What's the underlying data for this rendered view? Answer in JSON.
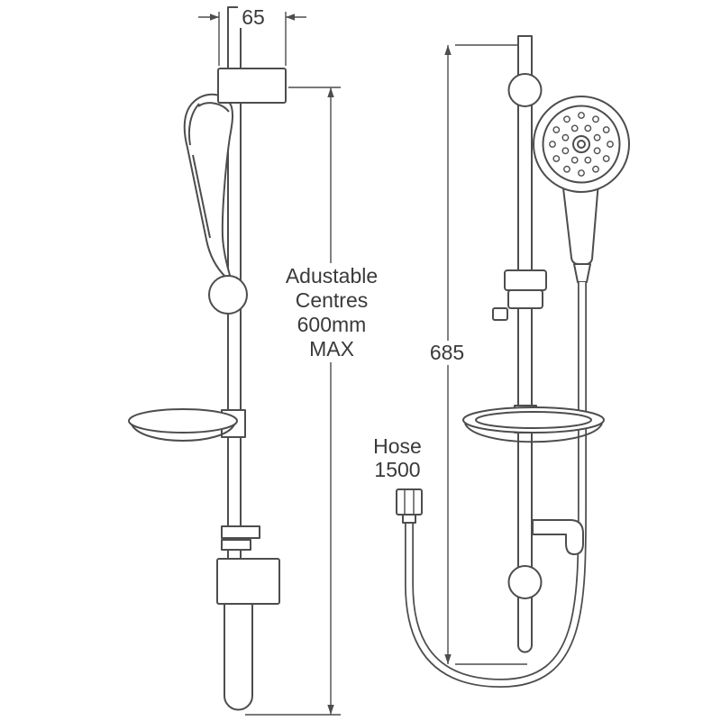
{
  "page": {
    "background": "#ffffff"
  },
  "diagram": {
    "type": "technical-drawing",
    "subject": "shower slide rail kit with handset, soap dish and hose - side and front elevations",
    "line_color": "#4d4d4d",
    "text_color": "#3a3a3a",
    "labels": {
      "bracket_width": "65",
      "adjustable_centres": [
        "Adustable",
        "Centres",
        "600mm",
        "MAX"
      ],
      "rail_height": "685",
      "hose": [
        "Hose",
        "1500"
      ]
    }
  }
}
